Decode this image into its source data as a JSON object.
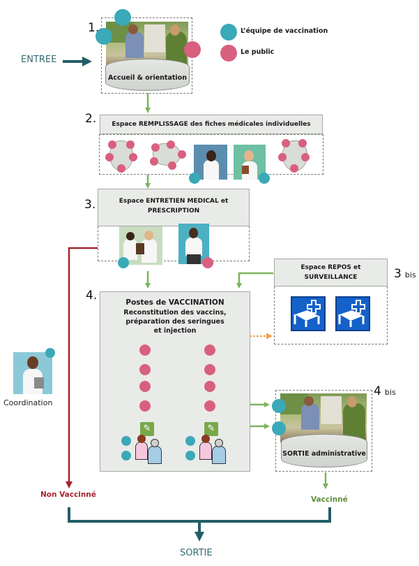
{
  "legend": {
    "items": [
      {
        "label": "L’équipe de vaccination",
        "color": "#3aa9b8",
        "role": "vaccination-team"
      },
      {
        "label": "Le public",
        "color": "#d8607e",
        "role": "public"
      }
    ]
  },
  "entry": {
    "label": "ENTREE"
  },
  "exit": {
    "label": "SORTIE"
  },
  "steps": {
    "s1": {
      "number": "1.",
      "title": "Accueil & orientation"
    },
    "s2": {
      "number": "2.",
      "title": "Espace REMPLISSAGE  des fiches médicales individuelles"
    },
    "s3": {
      "number": "3.",
      "title_line1": "Espace ENTRETIEN MEDICAL et",
      "title_line2": "PRESCRIPTION"
    },
    "s3bis": {
      "number": "3",
      "suffix": "bis",
      "title_line1": "Espace REPOS et",
      "title_line2": "SURVEILLANCE"
    },
    "s4": {
      "number": "4.",
      "title": "Postes de VACCINATION",
      "sub_line1": "Reconstitution des vaccins,",
      "sub_line2": "préparation des seringues",
      "sub_line3": "et injection"
    },
    "s4bis": {
      "number": "4",
      "suffix": "bis",
      "title": "SORTIE administrative"
    }
  },
  "coordination": {
    "label": "Coordination"
  },
  "outcomes": {
    "not_vaccinated": {
      "label": "Non Vaccinné",
      "color": "#a3262f"
    },
    "vaccinated": {
      "label": "Vaccinné",
      "color": "#5f8f3b"
    }
  },
  "colors": {
    "flow_green": "#7ab55c",
    "flow_dark": "#235e68",
    "flow_red": "#a3262f",
    "flow_orange": "#f0a04b",
    "team": "#3aa9b8",
    "public": "#d8607e"
  }
}
